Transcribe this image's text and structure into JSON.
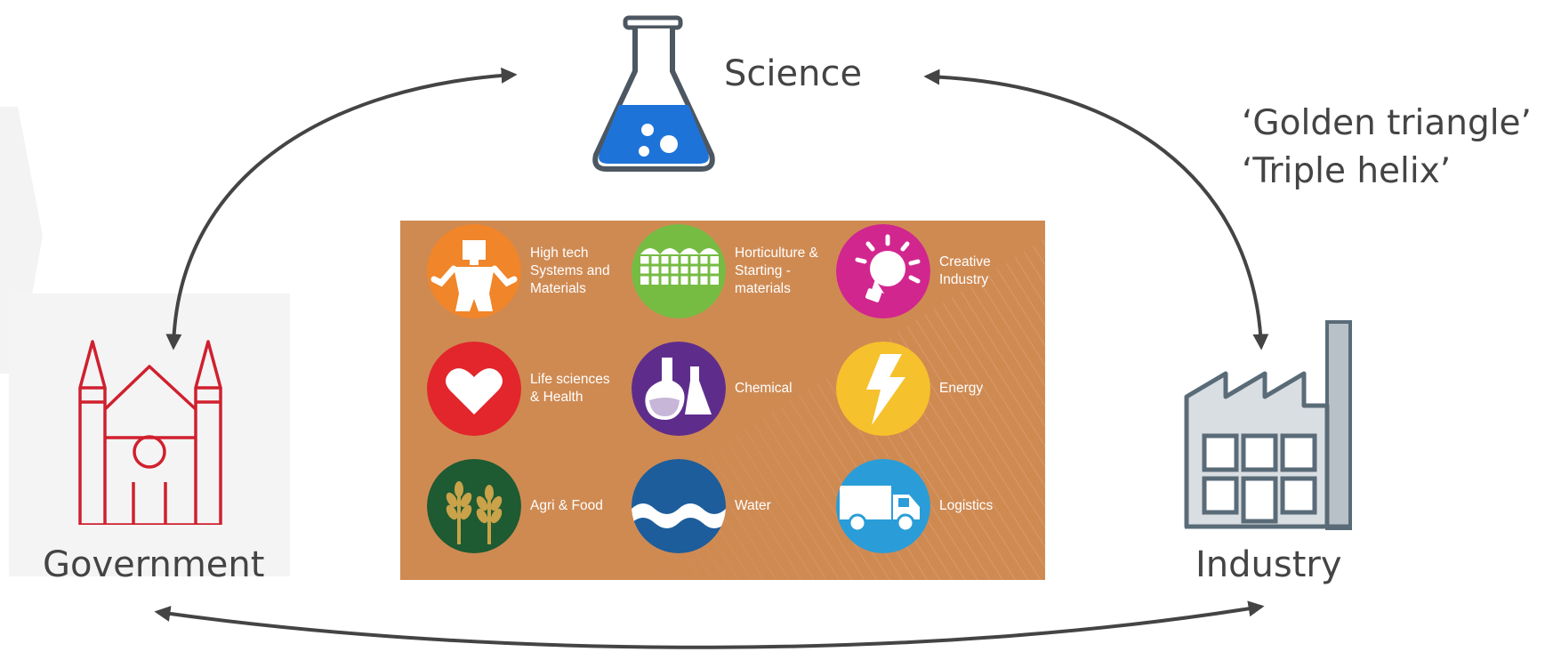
{
  "nodes": {
    "science": {
      "label": "Science",
      "icon": "flask-icon",
      "color": "#1e73d8"
    },
    "government": {
      "label": "Government",
      "icon": "cathedral-icon",
      "color": "#d0202e"
    },
    "industry": {
      "label": "Industry",
      "icon": "factory-icon",
      "color": "#5a6b78"
    }
  },
  "aka": {
    "line1": "‘Golden triangle’",
    "line2": "‘Triple helix’"
  },
  "top_sectors": {
    "background": "#cf8a52",
    "items": [
      {
        "label": "High tech\nSystems and\nMaterials",
        "icon": "robot-icon",
        "color": "#f0852a"
      },
      {
        "label": "Horticulture &\nStarting -\nmaterials",
        "icon": "greenhouse-icon",
        "color": "#76bc43"
      },
      {
        "label": "Creative\nIndustry",
        "icon": "lightbulb-icon",
        "color": "#d2268f"
      },
      {
        "label": "Life sciences\n& Health",
        "icon": "heart-icon",
        "color": "#e2262b"
      },
      {
        "label": "Chemical",
        "icon": "chemistry-flasks-icon",
        "color": "#5e2d8c"
      },
      {
        "label": "Energy",
        "icon": "lightning-icon",
        "color": "#f5c12c"
      },
      {
        "label": "Agri & Food",
        "icon": "wheat-icon",
        "color": "#1e5a32"
      },
      {
        "label": "Water",
        "icon": "water-waves-icon",
        "color": "#1d5d9b"
      },
      {
        "label": "Logistics",
        "icon": "truck-icon",
        "color": "#2a9dd8"
      }
    ]
  }
}
